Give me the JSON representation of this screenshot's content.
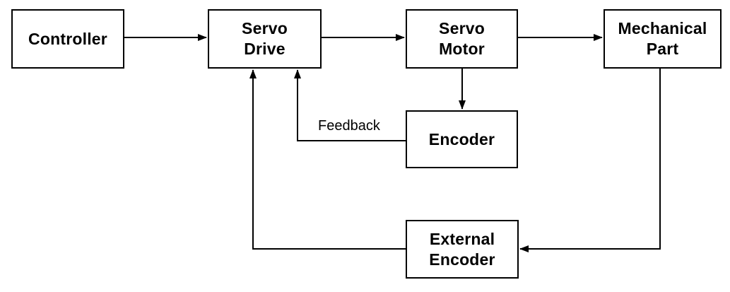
{
  "diagram": {
    "background_color": "#ffffff",
    "line_color": "#000000",
    "text_color": "#000000",
    "nodes": [
      {
        "id": "controller",
        "lines": [
          "Controller"
        ]
      },
      {
        "id": "servo-drive",
        "lines": [
          "Servo",
          "Drive"
        ]
      },
      {
        "id": "servo-motor",
        "lines": [
          "Servo",
          "Motor"
        ]
      },
      {
        "id": "mechanical-part",
        "lines": [
          "Mechanical",
          "Part"
        ]
      },
      {
        "id": "encoder",
        "lines": [
          "Encoder"
        ]
      },
      {
        "id": "external-encoder",
        "lines": [
          "External",
          "Encoder"
        ]
      }
    ],
    "edges": [
      {
        "from": "controller",
        "to": "servo-drive",
        "label": ""
      },
      {
        "from": "servo-drive",
        "to": "servo-motor",
        "label": ""
      },
      {
        "from": "servo-motor",
        "to": "mechanical-part",
        "label": ""
      },
      {
        "from": "servo-motor",
        "to": "encoder",
        "label": ""
      },
      {
        "from": "encoder",
        "to": "servo-drive",
        "label": "Feedback"
      },
      {
        "from": "mechanical-part",
        "to": "external-encoder",
        "label": ""
      },
      {
        "from": "external-encoder",
        "to": "servo-drive",
        "label": ""
      }
    ],
    "labels": {
      "feedback": "Feedback"
    }
  }
}
